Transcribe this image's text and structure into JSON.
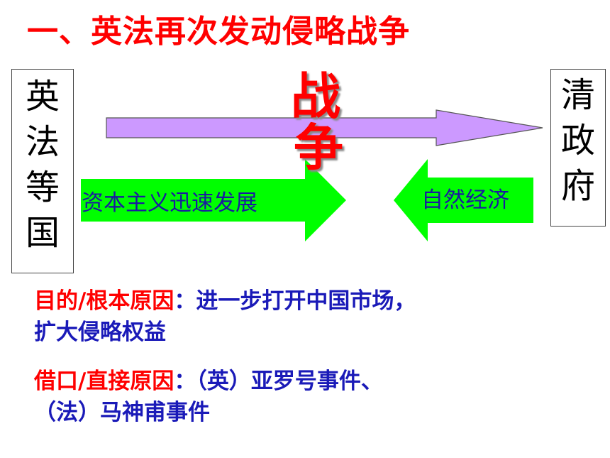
{
  "title": "一、英法再次发动侵略战争",
  "left_box": [
    "英",
    "法",
    "等",
    "国"
  ],
  "right_box": [
    "清",
    "政",
    "府"
  ],
  "war": [
    "战",
    "争"
  ],
  "arrow_left_label": "资本主义迅速发展",
  "arrow_right_label": "自然经济",
  "purpose": {
    "label": "目的/根本原因",
    "sep": "：",
    "line1": "进一步打开中国市场，",
    "line2": "扩大侵略权益"
  },
  "pretext": {
    "label": "借口/直接原因",
    "sep": "：",
    "line1": "（英）亚罗号事件、",
    "line2": "（法）马神甫事件"
  },
  "colors": {
    "title": "#ff0000",
    "war_arrow": "#cc99ff",
    "green_arrows": "#00ff00",
    "label_red": "#ff0000",
    "text_blue": "#1a1ab8"
  }
}
